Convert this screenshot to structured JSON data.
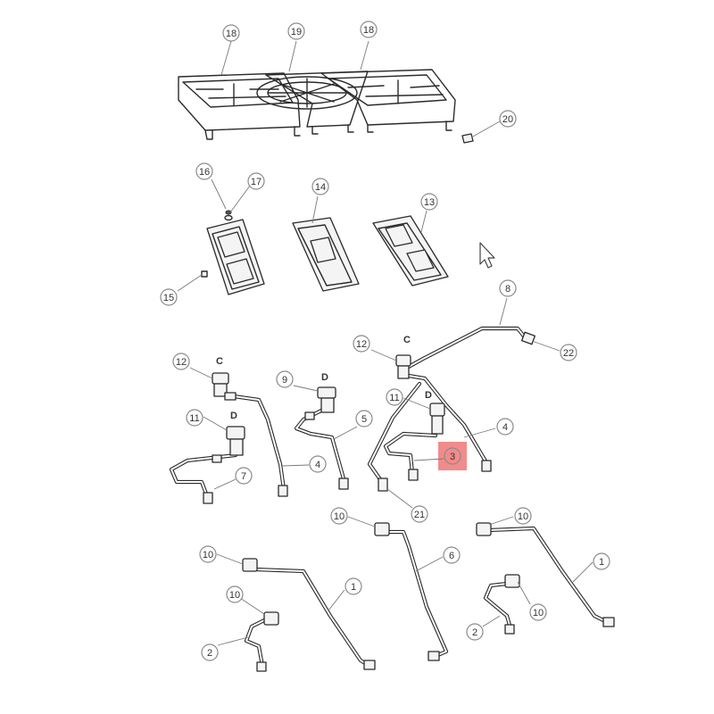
{
  "highlight_color": "#f28b8b",
  "callouts": [
    {
      "id": "c-18a",
      "label": "18"
    },
    {
      "id": "c-19",
      "label": "19"
    },
    {
      "id": "c-18b",
      "label": "18"
    },
    {
      "id": "c-20",
      "label": "20"
    },
    {
      "id": "c-16",
      "label": "16"
    },
    {
      "id": "c-17",
      "label": "17"
    },
    {
      "id": "c-14",
      "label": "14"
    },
    {
      "id": "c-13",
      "label": "13"
    },
    {
      "id": "c-15",
      "label": "15"
    },
    {
      "id": "c-8",
      "label": "8"
    },
    {
      "id": "c-12b",
      "label": "12"
    },
    {
      "id": "c-22",
      "label": "22"
    },
    {
      "id": "c-12a",
      "label": "12"
    },
    {
      "id": "c-9",
      "label": "9"
    },
    {
      "id": "c-11b",
      "label": "11"
    },
    {
      "id": "c-4b",
      "label": "4"
    },
    {
      "id": "c-11a",
      "label": "11"
    },
    {
      "id": "c-5",
      "label": "5"
    },
    {
      "id": "c-3",
      "label": "3"
    },
    {
      "id": "c-4a",
      "label": "4"
    },
    {
      "id": "c-7",
      "label": "7"
    },
    {
      "id": "c-21",
      "label": "21"
    },
    {
      "id": "c-10a",
      "label": "10"
    },
    {
      "id": "c-10c",
      "label": "10"
    },
    {
      "id": "c-6",
      "label": "6"
    },
    {
      "id": "c-10b",
      "label": "10"
    },
    {
      "id": "c-1a",
      "label": "1"
    },
    {
      "id": "c-10d",
      "label": "10"
    },
    {
      "id": "c-1b",
      "label": "1"
    },
    {
      "id": "c-10e",
      "label": "10"
    },
    {
      "id": "c-2a",
      "label": "2"
    },
    {
      "id": "c-2b",
      "label": "2"
    }
  ],
  "connector_letters": [
    {
      "id": "l-c1",
      "text": "C"
    },
    {
      "id": "l-d1",
      "text": "D"
    },
    {
      "id": "l-d2",
      "text": "D"
    },
    {
      "id": "l-c2",
      "text": "C"
    },
    {
      "id": "l-d3",
      "text": "D"
    }
  ]
}
